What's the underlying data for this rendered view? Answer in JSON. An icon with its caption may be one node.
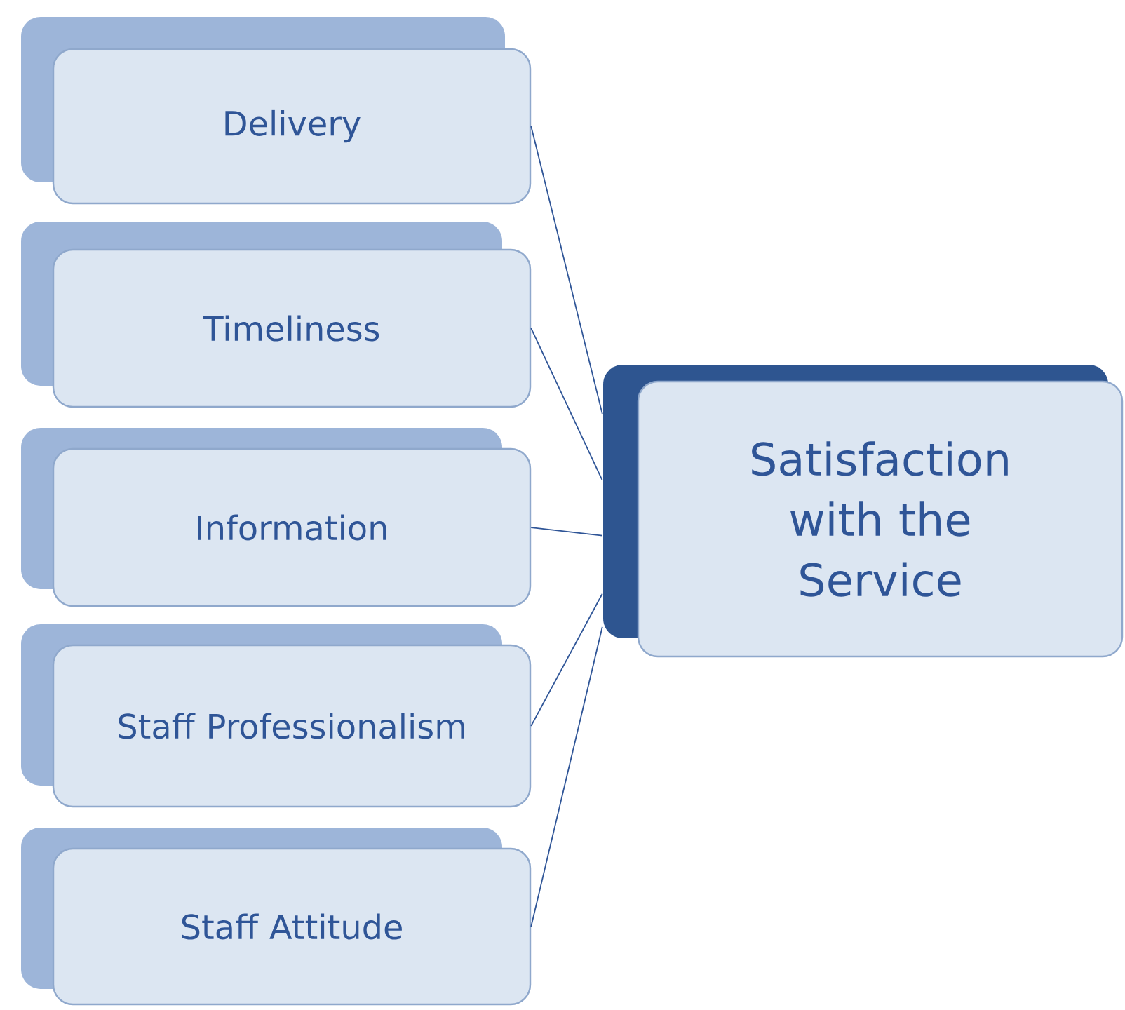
{
  "diagram": {
    "nodes": [
      {
        "text": [
          "Delivery"
        ]
      },
      {
        "text": [
          "Timeliness"
        ]
      },
      {
        "text": [
          "Information"
        ]
      },
      {
        "text": [
          "Staff Professionalism"
        ]
      },
      {
        "text": [
          "Staff Attitude"
        ]
      },
      {
        "text": [
          "Satisfaction with the Service"
        ]
      }
    ],
    "edges": [
      {
        "from": 0,
        "to": 5,
        "arrow": "none"
      },
      {
        "from": 1,
        "to": 5,
        "arrow": "none"
      },
      {
        "from": 2,
        "to": 5,
        "arrow": "none"
      },
      {
        "from": 3,
        "to": 5,
        "arrow": "none"
      },
      {
        "from": 4,
        "to": 5,
        "arrow": "none"
      }
    ]
  }
}
